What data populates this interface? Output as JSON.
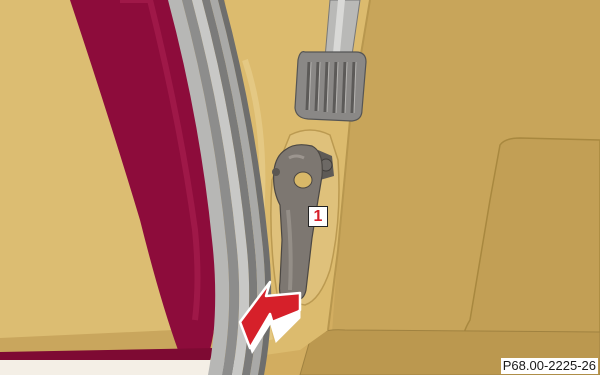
{
  "illustration": {
    "callout_label": "1",
    "reference_code": "P68.00-2225-26",
    "colors": {
      "interior_tan": "#d8b566",
      "carpet_shade": "#c19e55",
      "door_red": "#8a0c3a",
      "pedal_grey": "#7d7b78",
      "lever_grey": "#7c7670",
      "arrow_red": "#d6202a"
    },
    "icons": [
      "pull-arrow-icon",
      "release-lever",
      "parking-brake-pedal"
    ]
  }
}
